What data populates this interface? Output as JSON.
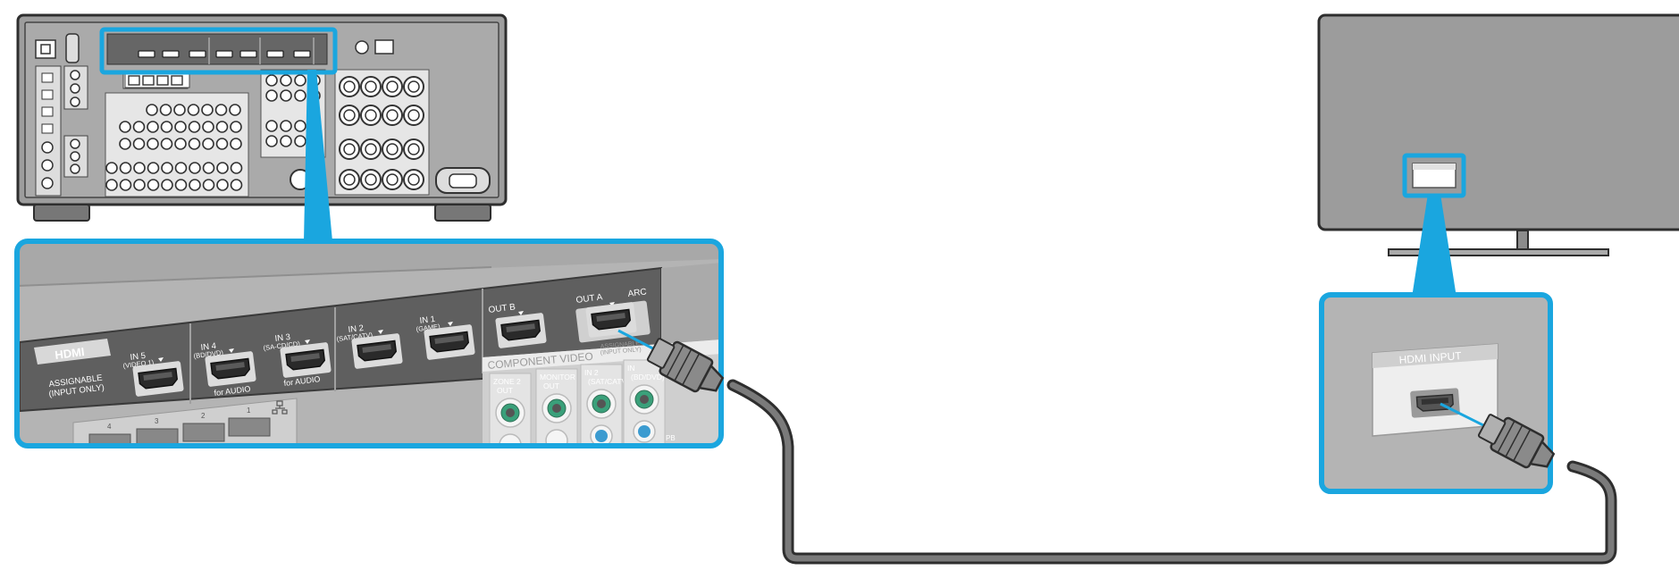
{
  "receiver": {
    "hdmi_title": "HDMI",
    "assignable_line1": "ASSIGNABLE",
    "assignable_line2": "(INPUT ONLY)",
    "ports": [
      {
        "line1": "IN 5",
        "line2": "(VIDEO 1)"
      },
      {
        "line1": "IN 4",
        "line2": "(BD/DVD)",
        "note": "for AUDIO"
      },
      {
        "line1": "IN 3",
        "line2": "(SA-CD/CD)",
        "note": "for AUDIO"
      },
      {
        "line1": "IN 2",
        "line2": "(SAT/CATV)"
      },
      {
        "line1": "IN 1",
        "line2": "(GAME)"
      }
    ],
    "out_b": "OUT B",
    "out_a": "OUT A",
    "arc": "ARC",
    "component_video": "COMPONENT VIDEO",
    "assignable_short1": "ASSIGNABLE",
    "assignable_short2": "(INPUT ONLY)",
    "comp_cols": [
      {
        "line1": "ZONE 2",
        "line2": "OUT"
      },
      {
        "line1": "MONITOR",
        "line2": "OUT"
      },
      {
        "line1": "IN 2",
        "line2": "(SAT/CATV)"
      },
      {
        "line1": "IN",
        "line2": "(BD/DVD)"
      }
    ],
    "lan_numbers": [
      "4",
      "3",
      "2",
      "1"
    ],
    "pb_label": "PB"
  },
  "tv": {
    "hdmi_input": "HDMI INPUT"
  },
  "colors": {
    "highlight": "#1aa6df",
    "panel": "#b4b4b4",
    "panel_dark": "#5f5f5f",
    "device": "#9c9c9c",
    "outline": "#333333",
    "cable": "#7a7a7a"
  },
  "icons": {
    "hdmi_port": "hdmi-port-icon",
    "hdmi_plug": "hdmi-plug-icon",
    "network": "network-icon",
    "rca_jack": "rca-jack-icon"
  }
}
